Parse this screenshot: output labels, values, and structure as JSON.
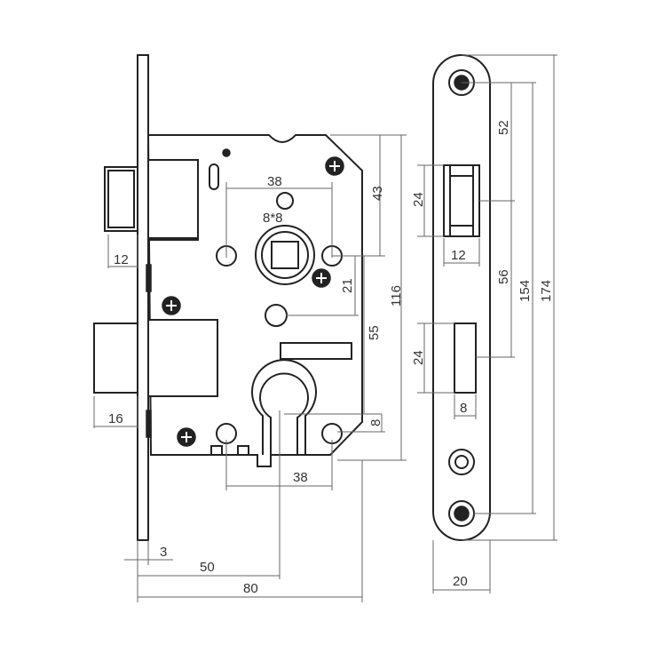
{
  "drawing": {
    "dimensions": {
      "latch_width": "12",
      "deadbolt_width": "16",
      "faceplate_thickness": "3",
      "backset": "50",
      "case_width": "80",
      "spindle_to_screw": "38",
      "spindle_size": "8*8",
      "small_offset": "21",
      "top_offset": "43",
      "case_height": "116",
      "spindle_to_cylinder": "55",
      "bottom_offset": "8",
      "cylinder_screw_spacing": "38",
      "strike_latch_height": "24",
      "strike_latch_width": "12",
      "strike_bolt_height": "24",
      "strike_bolt_width": "8",
      "strike_top_offset": "52",
      "strike_slot_spacing": "56",
      "strike_screw_spacing": "154",
      "strike_length": "174",
      "strike_width": "20"
    },
    "parts": [
      "lock-body",
      "faceplate",
      "latch-bolt",
      "deadbolt",
      "spindle-hub",
      "cylinder-hole",
      "strike-plate"
    ]
  }
}
